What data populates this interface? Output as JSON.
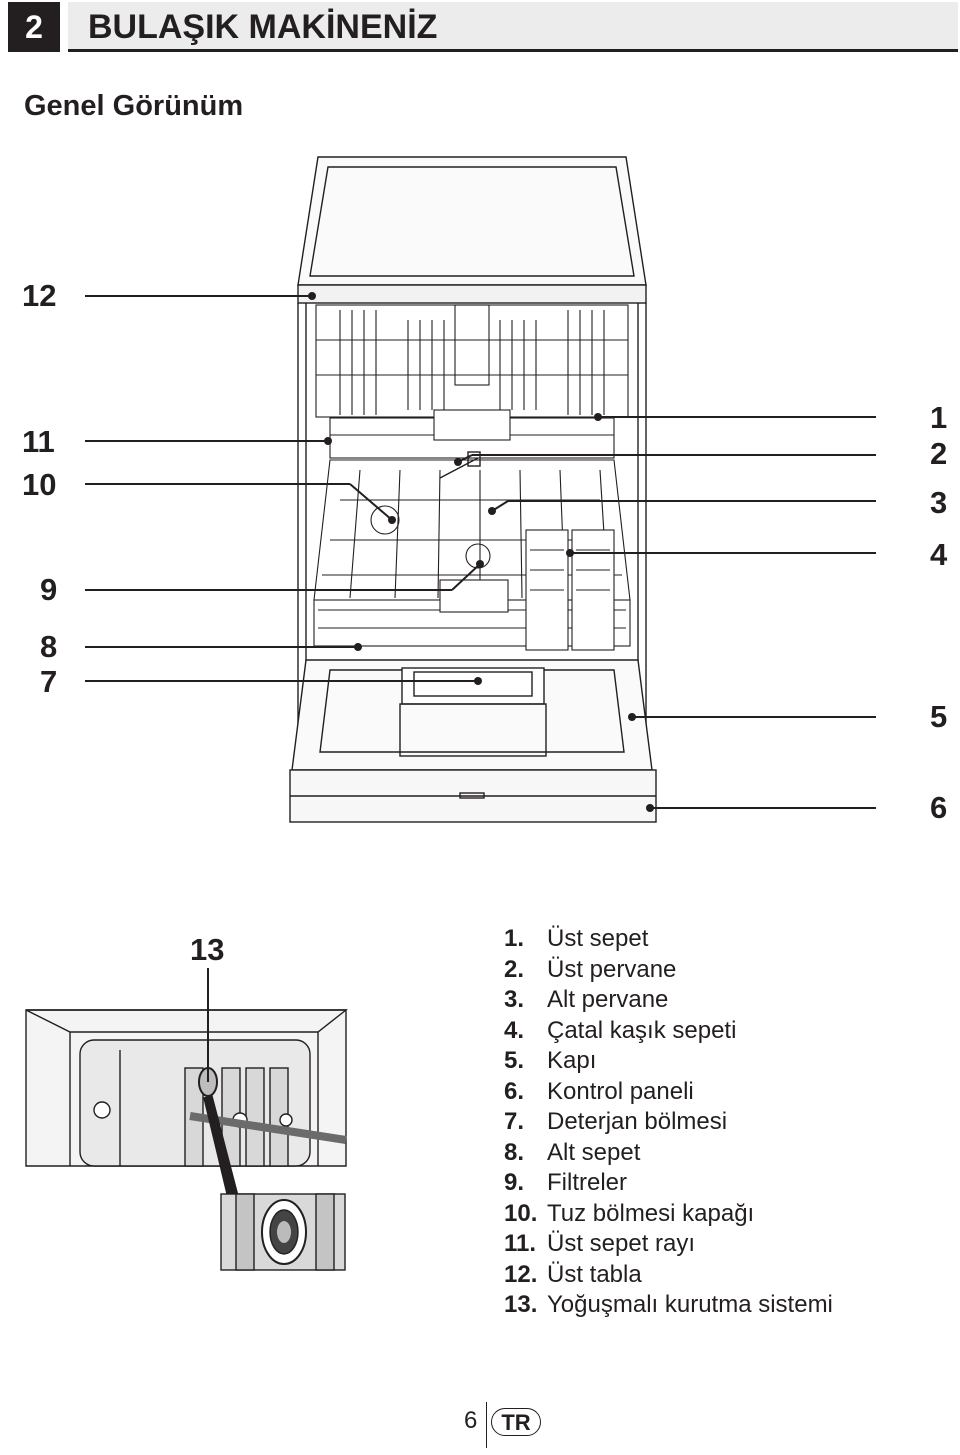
{
  "header": {
    "section_number": "2",
    "title": "BULAŞIK MAKİNENİZ"
  },
  "subtitle": "Genel Görünüm",
  "callouts": {
    "c1": "1",
    "c2": "2",
    "c3": "3",
    "c4": "4",
    "c5": "5",
    "c6": "6",
    "c7": "7",
    "c8": "8",
    "c9": "9",
    "c10": "10",
    "c11": "11",
    "c12": "12",
    "c13": "13"
  },
  "legend": [
    {
      "num": "1.",
      "label": "Üst sepet"
    },
    {
      "num": "2.",
      "label": "Üst pervane"
    },
    {
      "num": "3.",
      "label": "Alt pervane"
    },
    {
      "num": "4.",
      "label": "Çatal kaşık sepeti"
    },
    {
      "num": "5.",
      "label": "Kapı"
    },
    {
      "num": "6.",
      "label": "Kontrol paneli"
    },
    {
      "num": "7.",
      "label": "Deterjan bölmesi"
    },
    {
      "num": "8.",
      "label": "Alt sepet"
    },
    {
      "num": "9.",
      "label": "Filtreler"
    },
    {
      "num": "10.",
      "label": "Tuz bölmesi kapağı"
    },
    {
      "num": "11.",
      "label": "Üst sepet rayı"
    },
    {
      "num": "12.",
      "label": "Üst tabla"
    },
    {
      "num": "13.",
      "label": "Yoğuşmalı kurutma sistemi"
    }
  ],
  "footer": {
    "page_number": "6",
    "language": "TR"
  }
}
